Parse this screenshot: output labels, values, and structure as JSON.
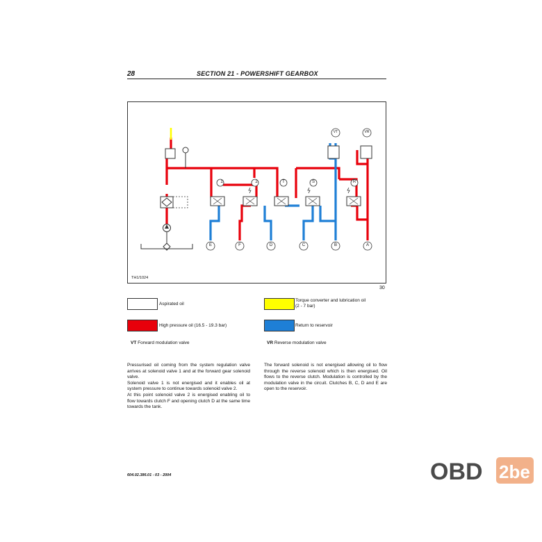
{
  "header": {
    "page_number": "28",
    "section_title": "SECTION 21 - POWERSHIFT GEARBOX"
  },
  "figure": {
    "code": "TH1/1024",
    "number": "30",
    "solenoid_labels": [
      "1",
      "2",
      "T",
      "S",
      "R"
    ],
    "modulation_labels": [
      "VT",
      "VR"
    ],
    "outlet_labels": [
      "E",
      "F",
      "D",
      "C",
      "B",
      "A"
    ]
  },
  "legend": {
    "items": [
      {
        "label": "Aspirated oil",
        "color": "#ffffff"
      },
      {
        "label": "Torque converter and lubrication oil",
        "sublabel": "(2 - 7 bar)",
        "color": "#ffff00"
      },
      {
        "label": "High pressure oil (16.5 - 19.3 bar)",
        "color": "#e8000b"
      },
      {
        "label": "Return to reservoir",
        "color": "#1e7fd6"
      }
    ],
    "vt_symbol": "VT",
    "vt_label": "Forward modulation valve",
    "vr_symbol": "VR",
    "vr_label": "Reverse modulation valve"
  },
  "body": {
    "left_paragraphs": [
      "Pressurised oil coming from the system regulation valve arrives at solenoid valve 1 and at the forward gear solenoid valve.",
      "Solenoid valve 1 is not energised and it enables oil at system pressure to continue towards solenoid valve 2.",
      "At this point solenoid valve 2 is energised enabling oil to flow towards clutch F and opening clutch D at the same time towards the tank."
    ],
    "right_paragraphs": [
      "The forward solenoid is not energised allowing oil to flow through the reverse solenoid which is then energised. Oil flows to the reverse clutch. Modulation is controlled by the modulation valve in the circuit. Clutches B, C, D and E are open to the reservoir."
    ]
  },
  "footer": {
    "doc_ref": "604.02.386.01 - 03 - 2004"
  },
  "watermark": {
    "text_a": "OBD",
    "text_b": "2be"
  },
  "colors": {
    "high_pressure": "#e8000b",
    "return": "#1e7fd6",
    "lubrication": "#ffff00",
    "line": "#333333"
  }
}
